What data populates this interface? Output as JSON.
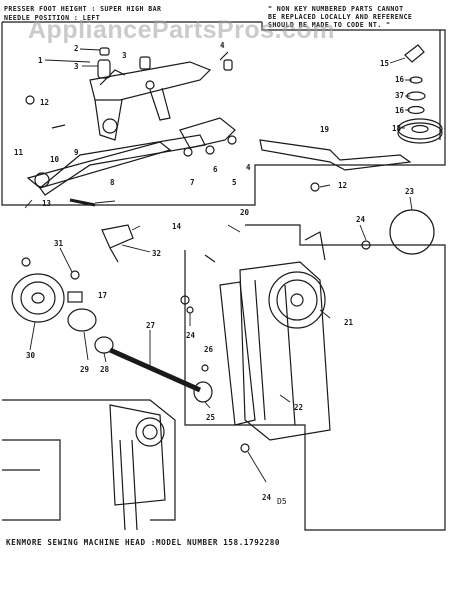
{
  "header": {
    "left_line1": "PRESSER FOOT HEIGHT : SUPER HIGH BAR",
    "left_line2": "NEEDLE POSITION : LEFT",
    "right_line1": "\" NON KEY NUMBERED PARTS CANNOT",
    "right_line2": "BE REPLACED LOCALLY AND REFERENCE",
    "right_line3": "SHOULD BE MADE TO CODE NT. \""
  },
  "watermark": "AppliancePartsPros.com",
  "caption": "KENMORE SEWING MACHINE HEAD :MODEL NUMBER 158.1792280",
  "code_mark": "D5",
  "callouts": [
    "1",
    "2",
    "3",
    "3",
    "4",
    "4",
    "5",
    "6",
    "7",
    "8",
    "9",
    "10",
    "11",
    "12",
    "12",
    "13",
    "14",
    "15",
    "16",
    "37",
    "16",
    "18",
    "19",
    "20",
    "21",
    "22",
    "23",
    "24",
    "24",
    "24",
    "25",
    "26",
    "27",
    "28",
    "29",
    "30",
    "31",
    "32",
    "17"
  ],
  "colors": {
    "ink": "#1a1a1a",
    "paper": "#ffffff",
    "watermark": "#a0a0a0"
  }
}
